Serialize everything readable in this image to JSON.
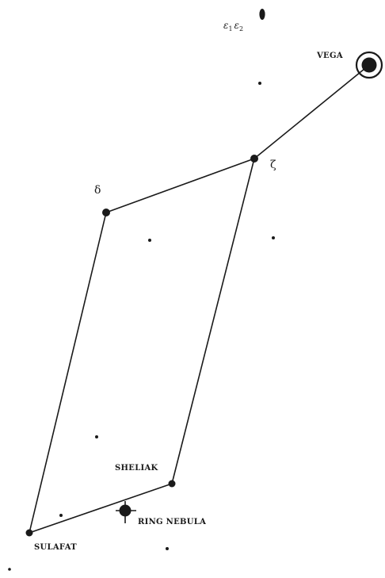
{
  "diagram": {
    "labels": {
      "vega": "VEGA",
      "zeta": "ζ",
      "delta": "δ",
      "epsilon1": "ε",
      "epsilon1_sub": "1",
      "epsilon2": "ε",
      "epsilon2_sub": "2",
      "sheliak": "SHELIAK",
      "sulafat": "SULAFAT",
      "ring_nebula": "RING NEBULA"
    },
    "colors": {
      "ink": "#1a1a1a",
      "background": "#ffffff"
    },
    "icons": {
      "vega": "bright-star-ringed-icon",
      "ring_nebula": "nebula-crosshair-icon",
      "epsilon": "double-star-icon"
    }
  }
}
